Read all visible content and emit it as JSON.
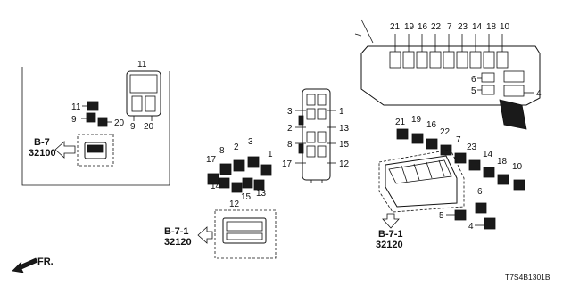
{
  "labels": {
    "l11_top": "11",
    "l11_left": "11",
    "l9": "9",
    "l20": "20",
    "l9_bottom": "9",
    "l20_bottom": "20",
    "c3": "3",
    "c2": "2",
    "c8": "8",
    "c17": "17",
    "c1": "1",
    "c13": "13",
    "c15": "15",
    "c12": "12",
    "g17": "17",
    "g8": "8",
    "g2": "2",
    "g3": "3",
    "g1": "1",
    "g14": "14",
    "g13": "13",
    "g15": "15",
    "g12": "12",
    "t21": "21",
    "t19": "19",
    "t16": "16",
    "t22": "22",
    "t7": "7",
    "t23": "23",
    "t14": "14",
    "t18": "18",
    "t10": "10",
    "t6": "6",
    "t5": "5",
    "t4": "4",
    "r21": "21",
    "r19": "19",
    "r16": "16",
    "r22": "22",
    "r7": "7",
    "r23": "23",
    "r14": "14",
    "r18": "18",
    "r10": "10",
    "r6": "6",
    "r5": "5",
    "r4": "4"
  },
  "refs": {
    "b7_label": "B-7",
    "b7_code": "32100",
    "b71_mid_label": "B-7-1",
    "b71_mid_code": "32120",
    "b71_right_label": "B-7-1",
    "b71_right_code": "32120"
  },
  "footer": {
    "front_label": "FR.",
    "diagram_code": "T7S4B1301B"
  }
}
